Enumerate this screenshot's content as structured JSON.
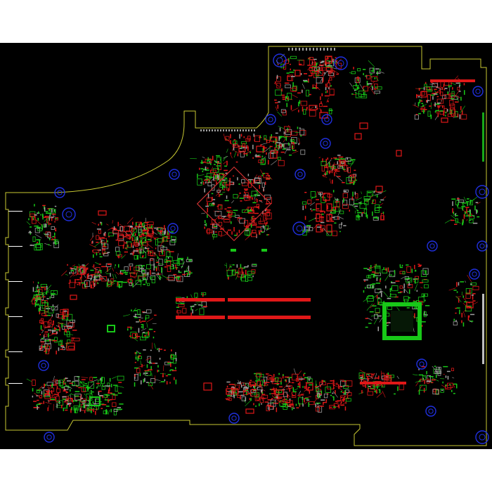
{
  "viewer": {
    "background": "#000000",
    "page_background": "#ffffff"
  },
  "colors": {
    "outline": "#c8c832",
    "copper_top": "#e01818",
    "copper_bottom": "#18c818",
    "silkscreen": "#a0a0a0",
    "mount_hole": "#2030e0",
    "accent_white": "#ffffff"
  },
  "board": {
    "layers": [
      "top-copper",
      "bottom-copper",
      "silkscreen",
      "board-outline",
      "mounting-holes"
    ]
  }
}
